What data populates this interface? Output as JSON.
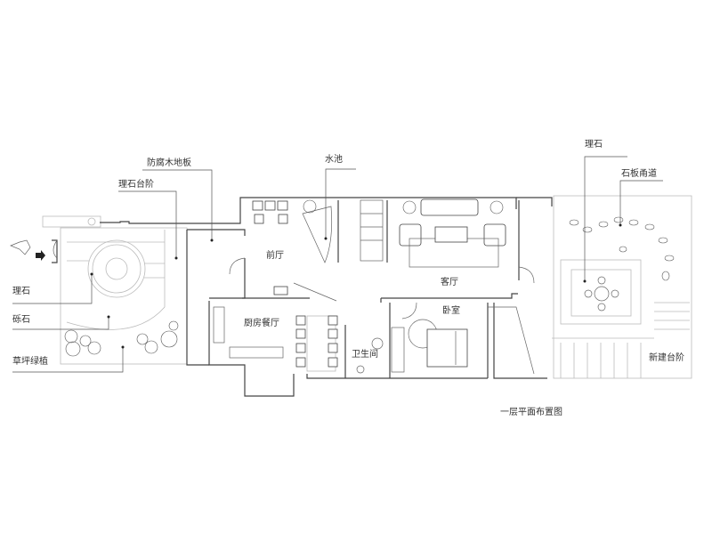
{
  "drawing": {
    "title": "一层平面布置图",
    "labels": {
      "wood_deck": "防腐木地板",
      "marble_steps": "理石台阶",
      "pool": "水池",
      "marble_right": "理石",
      "stone_path": "石板甬道",
      "foyer": "前厅",
      "living_room": "客厅",
      "bedroom": "卧室",
      "kitchen_dining": "厨房餐厅",
      "bathroom": "卫生间",
      "new_steps": "新建台阶",
      "marble_left": "理石",
      "gravel": "砾石",
      "lawn_plants": "草坪绿植"
    }
  }
}
